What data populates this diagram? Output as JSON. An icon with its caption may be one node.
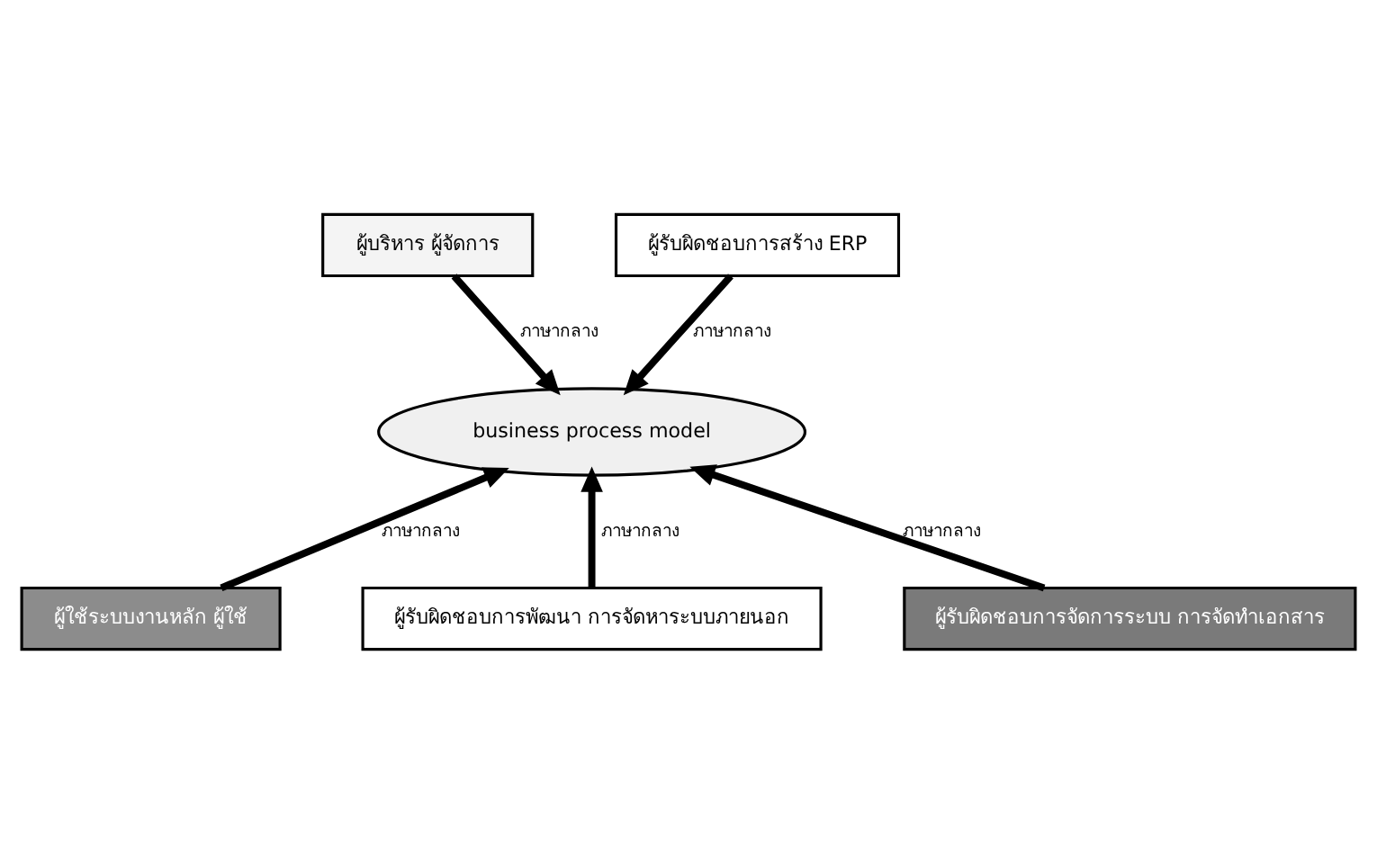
{
  "diagram": {
    "nodes": [
      {
        "text": [
          "ผู้บริหาร ผู้จัดการ"
        ]
      },
      {
        "text": [
          "ผู้รับผิดชอบการสร้าง ERP"
        ]
      },
      {
        "text": [
          "business process model"
        ]
      },
      {
        "text": [
          "ผู้ใช้ระบบงานหลัก ผู้ใช้"
        ]
      },
      {
        "text": [
          "ผู้รับผิดชอบการพัฒนา การจัดหาระบบภายนอก"
        ]
      },
      {
        "text": [
          "ผู้รับผิดชอบการจัดการระบบ การจัดทำเอกสาร"
        ]
      }
    ],
    "edges": [
      {
        "from": 0,
        "to": 2,
        "arrow": "to",
        "label": "ภาษากลาง"
      },
      {
        "from": 1,
        "to": 2,
        "arrow": "to",
        "label": "ภาษากลาง"
      },
      {
        "from": 3,
        "to": 2,
        "arrow": "to",
        "label": "ภาษากลาง"
      },
      {
        "from": 4,
        "to": 2,
        "arrow": "to",
        "label": "ภาษากลาง"
      },
      {
        "from": 5,
        "to": 2,
        "arrow": "to",
        "label": "ภาษากลาง"
      }
    ]
  }
}
